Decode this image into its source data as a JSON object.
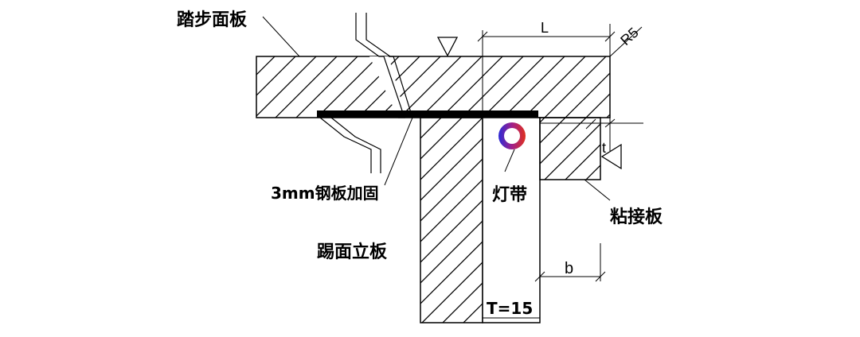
{
  "labels": {
    "tread_panel": "踏步面板",
    "steel_plate": "3mm钢板加固",
    "light_strip": "灯带",
    "riser_panel": "踢面立板",
    "bonding_board": "粘接板"
  },
  "dimensions": {
    "length": "L",
    "radius": "R5",
    "thickness_t": "t",
    "width_b": "b",
    "riser_thickness": "T=15"
  },
  "colors": {
    "line": "#000000",
    "background": "#ffffff",
    "light_ring_left": "#2b2bd6",
    "light_ring_right": "#e0301e",
    "light_ring_mid": "#a0208a"
  },
  "icons": [
    "level-triangle-icon",
    "level-triangle-side-icon",
    "light-ring-icon"
  ]
}
